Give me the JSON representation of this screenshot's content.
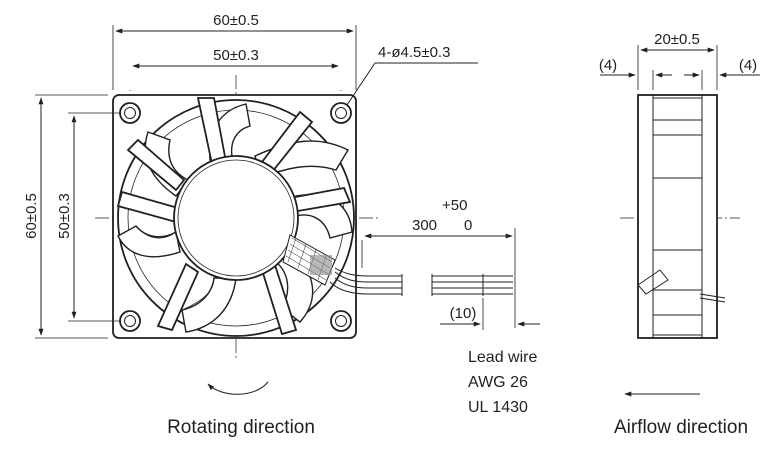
{
  "front_view": {
    "width_overall": "60±0.5",
    "hole_pitch_horizontal": "50±0.3",
    "mounting_holes": "4-ø4.5±0.3",
    "height_overall": "60±0.5",
    "hole_pitch_vertical": "50±0.3",
    "lead_length": "300",
    "lead_tol_plus": "+50",
    "lead_tol_minus": "0",
    "strip_length": "(10)",
    "rotation_caption": "Rotating direction"
  },
  "lead_wire": {
    "line1": "Lead wire",
    "line2": "AWG 26",
    "line3": "UL 1430"
  },
  "side_view": {
    "depth": "20±0.5",
    "flange_left": "(4)",
    "flange_right": "(4)",
    "airflow_caption": "Airflow direction"
  },
  "colors": {
    "ink": "#231f20",
    "background": "#ffffff"
  }
}
